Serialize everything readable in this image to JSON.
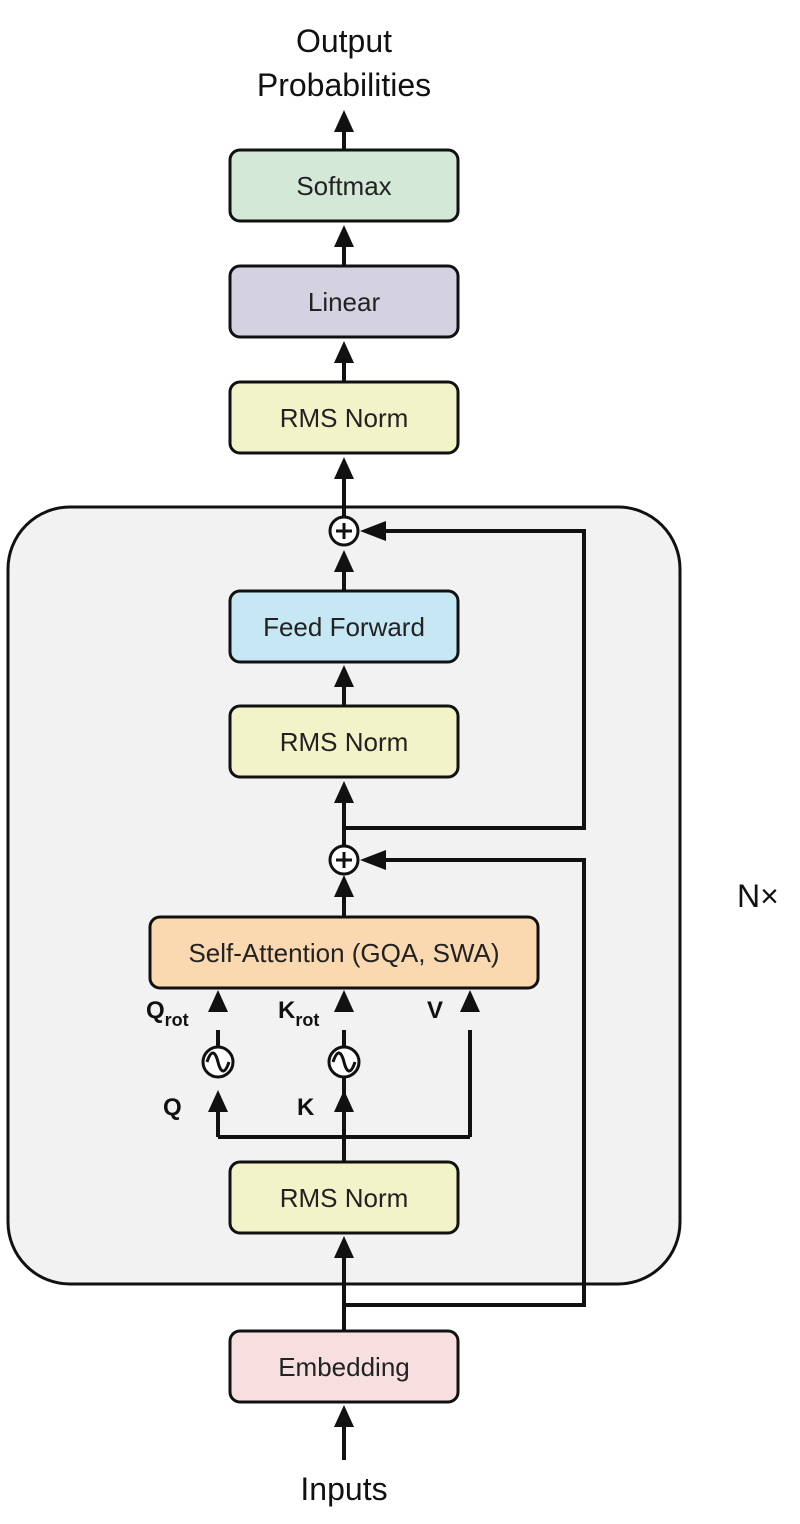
{
  "top_label": {
    "line1": "Output",
    "line2": "Probabilities"
  },
  "bottom_label": "Inputs",
  "repeat_label": "N×",
  "colors": {
    "softmax": "#d3e8d6",
    "linear": "#d4d2e0",
    "norm": "#f2f3c8",
    "feed_forward": "#c6e8f5",
    "attention": "#fbd9b0",
    "embedding": "#f7dfe0",
    "block_bg": "#f2f2f2",
    "stroke": "#111111"
  },
  "boxes": {
    "softmax": "Softmax",
    "linear": "Linear",
    "final_norm": "RMS Norm",
    "feed_forward": "Feed Forward",
    "ffn_norm": "RMS Norm",
    "attention": "Self-Attention (GQA, SWA)",
    "attn_norm": "RMS Norm",
    "embedding": "Embedding"
  },
  "qkv": {
    "q": "Q",
    "k": "K",
    "v": "V",
    "q_rot_main": "Q",
    "q_rot_sub": "rot",
    "k_rot_main": "K",
    "k_rot_sub": "rot"
  },
  "icons": {
    "residual_add": "circle-plus-icon",
    "rotary": "sine-wave-circle-icon"
  }
}
